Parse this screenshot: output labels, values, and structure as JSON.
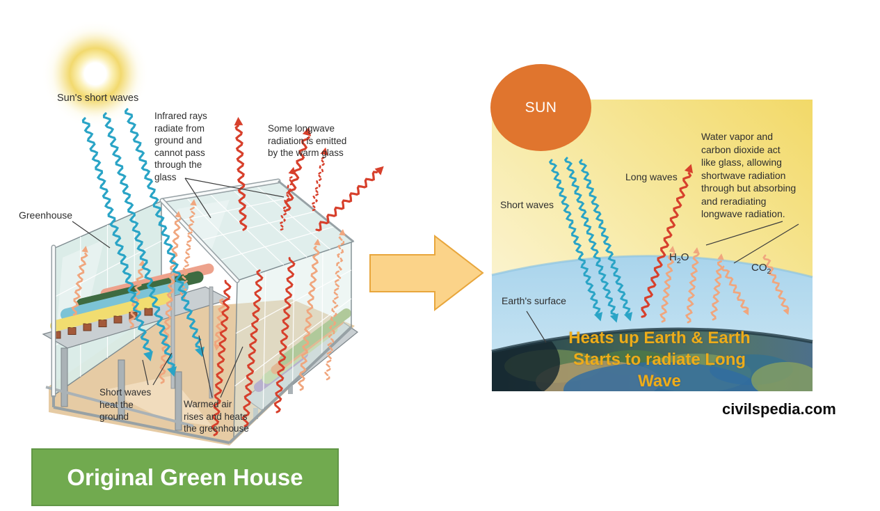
{
  "left_panel": {
    "labels": {
      "suns_short_waves": "Sun's short waves",
      "infrared": "Infrared rays\nradiate from\nground and\ncannot pass\nthrough the\nglass",
      "some_longwave": "Some longwave\nradiation is emitted\nby the warm glass",
      "greenhouse": "Greenhouse",
      "short_waves_ground": "Short waves\nheat the\nground",
      "warmed_air": "Warmed air\nrises and heats\nthe greenhouse"
    },
    "caption": "Original Green House"
  },
  "right_panel": {
    "sun_label": "SUN",
    "labels": {
      "short_waves": "Short waves",
      "long_waves": "Long waves",
      "water_vapor": "Water vapor and\ncarbon dioxide act\nlike glass, allowing\nshortwave radiation\nthrough but absorbing\nand reradiating\nlongwave radiation.",
      "h2o": {
        "base": "H",
        "sub": "2",
        "rest": "O"
      },
      "co2": {
        "base": "CO",
        "sub": "2"
      },
      "earths_surface": "Earth's surface",
      "heats_up": "Heats up Earth & Earth\nStarts to radiate Long\nWave"
    }
  },
  "watermark": "civilspedia.com",
  "palette": {
    "blue_wave": "#2aa4c6",
    "red_wave": "#d7402c",
    "salmon_wave": "#f0a67e",
    "pointer_line": "#3c3c3c",
    "glass_fill": "#d9ebe7",
    "roof_fill": "#dcece9",
    "mullion": "#ffffff",
    "frame_gray": "#97a1a5",
    "beam_white": "#f7f9f9",
    "floor_tan": "#e6cba4",
    "floor_light": "#f2dfc2",
    "bench_top": "#c9cfd2",
    "bench_leg": "#aab2b6",
    "plant_yellow": "#f1dd70",
    "plant_blue": "#7cc3d6",
    "plant_darkgreen": "#3e6b41",
    "plant_salmon": "#eda28c",
    "plant_purple": "#9c80b8",
    "plant_ltgreen": "#b7cc8b",
    "plant_orange": "#e89152",
    "plant_green2": "#8fae5c",
    "pot_brown": "#a3593a",
    "sun_orange": "#e0752e",
    "transform_arrow_fill": "#fbd389",
    "transform_arrow_stroke": "#e8a63c",
    "green_box": "#71aa4f",
    "green_box_border": "#619646",
    "heats_text": "#edac1a",
    "sky_pale": "#fdf8e6",
    "sky_yellow": "#f2d968"
  }
}
